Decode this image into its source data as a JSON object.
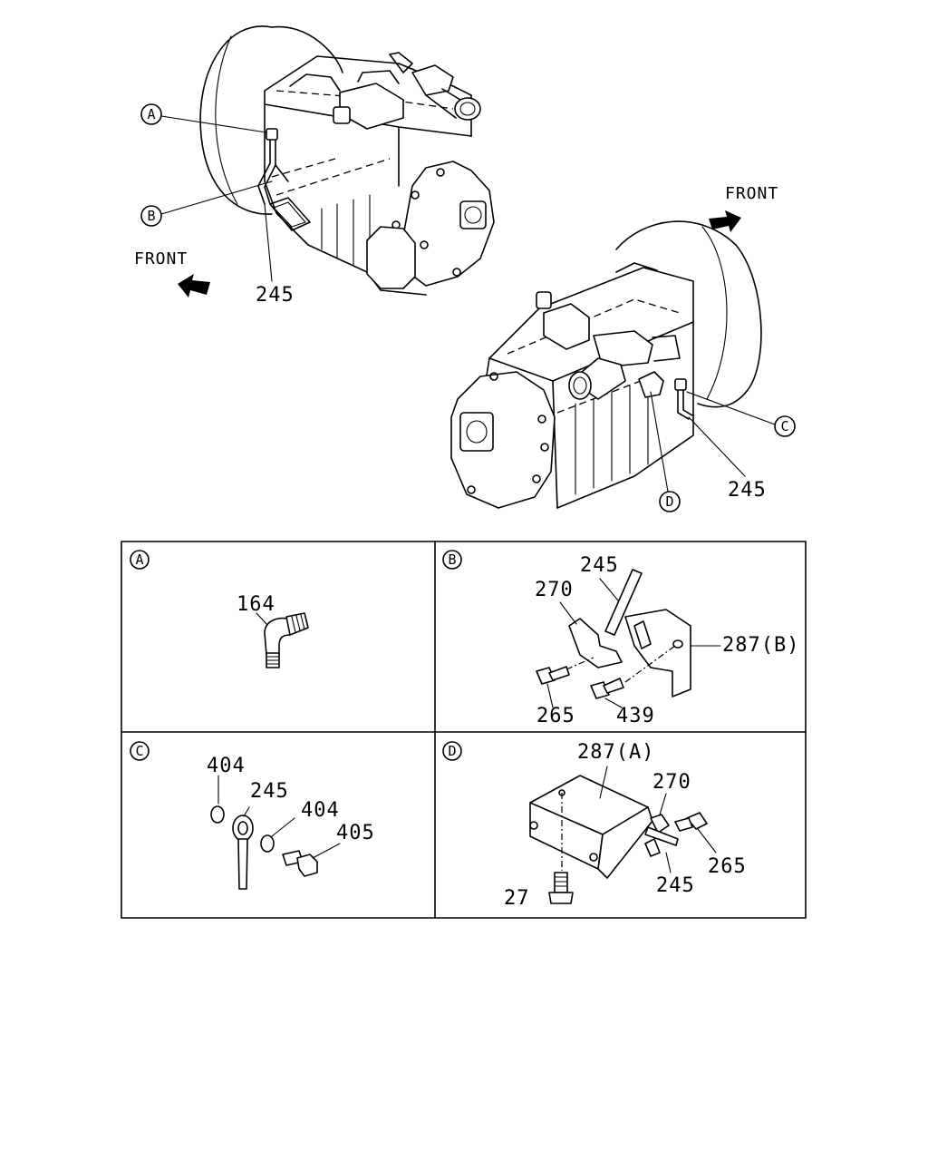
{
  "overview": {
    "left_view": {
      "front_label": "FRONT",
      "callouts": [
        "A",
        "B"
      ],
      "part_label": "245"
    },
    "right_view": {
      "front_label": "FRONT",
      "callouts": [
        "C",
        "D"
      ],
      "part_label": "245"
    }
  },
  "details": [
    {
      "letter": "A",
      "parts": [
        "164"
      ]
    },
    {
      "letter": "B",
      "parts": [
        "245",
        "270",
        "287(B)",
        "265",
        "439"
      ]
    },
    {
      "letter": "C",
      "parts": [
        "404",
        "245",
        "404",
        "405"
      ]
    },
    {
      "letter": "D",
      "parts": [
        "287(A)",
        "270",
        "265",
        "245",
        "27"
      ]
    }
  ]
}
